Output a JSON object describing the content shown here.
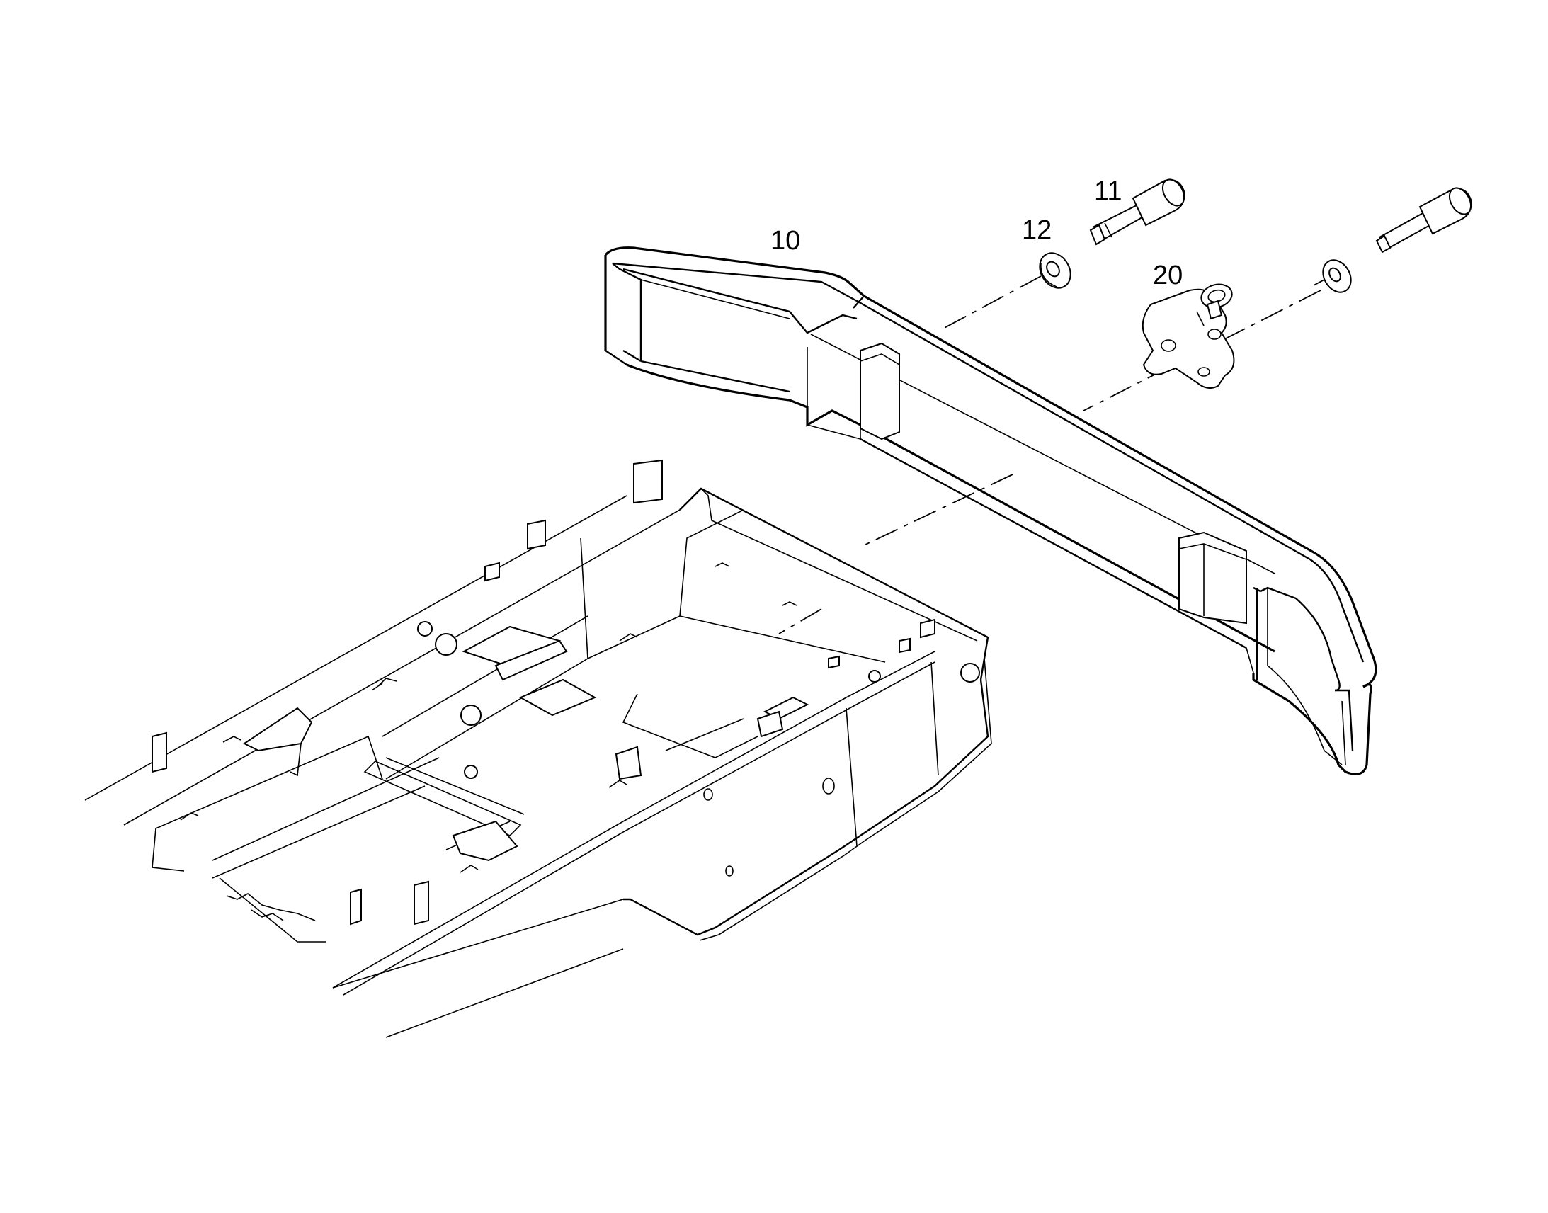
{
  "labels": {
    "bumper": "10",
    "bolt": "11",
    "washer": "12",
    "tow_hook": "20"
  },
  "colors": {
    "line": "#000000",
    "background": "#ffffff"
  }
}
